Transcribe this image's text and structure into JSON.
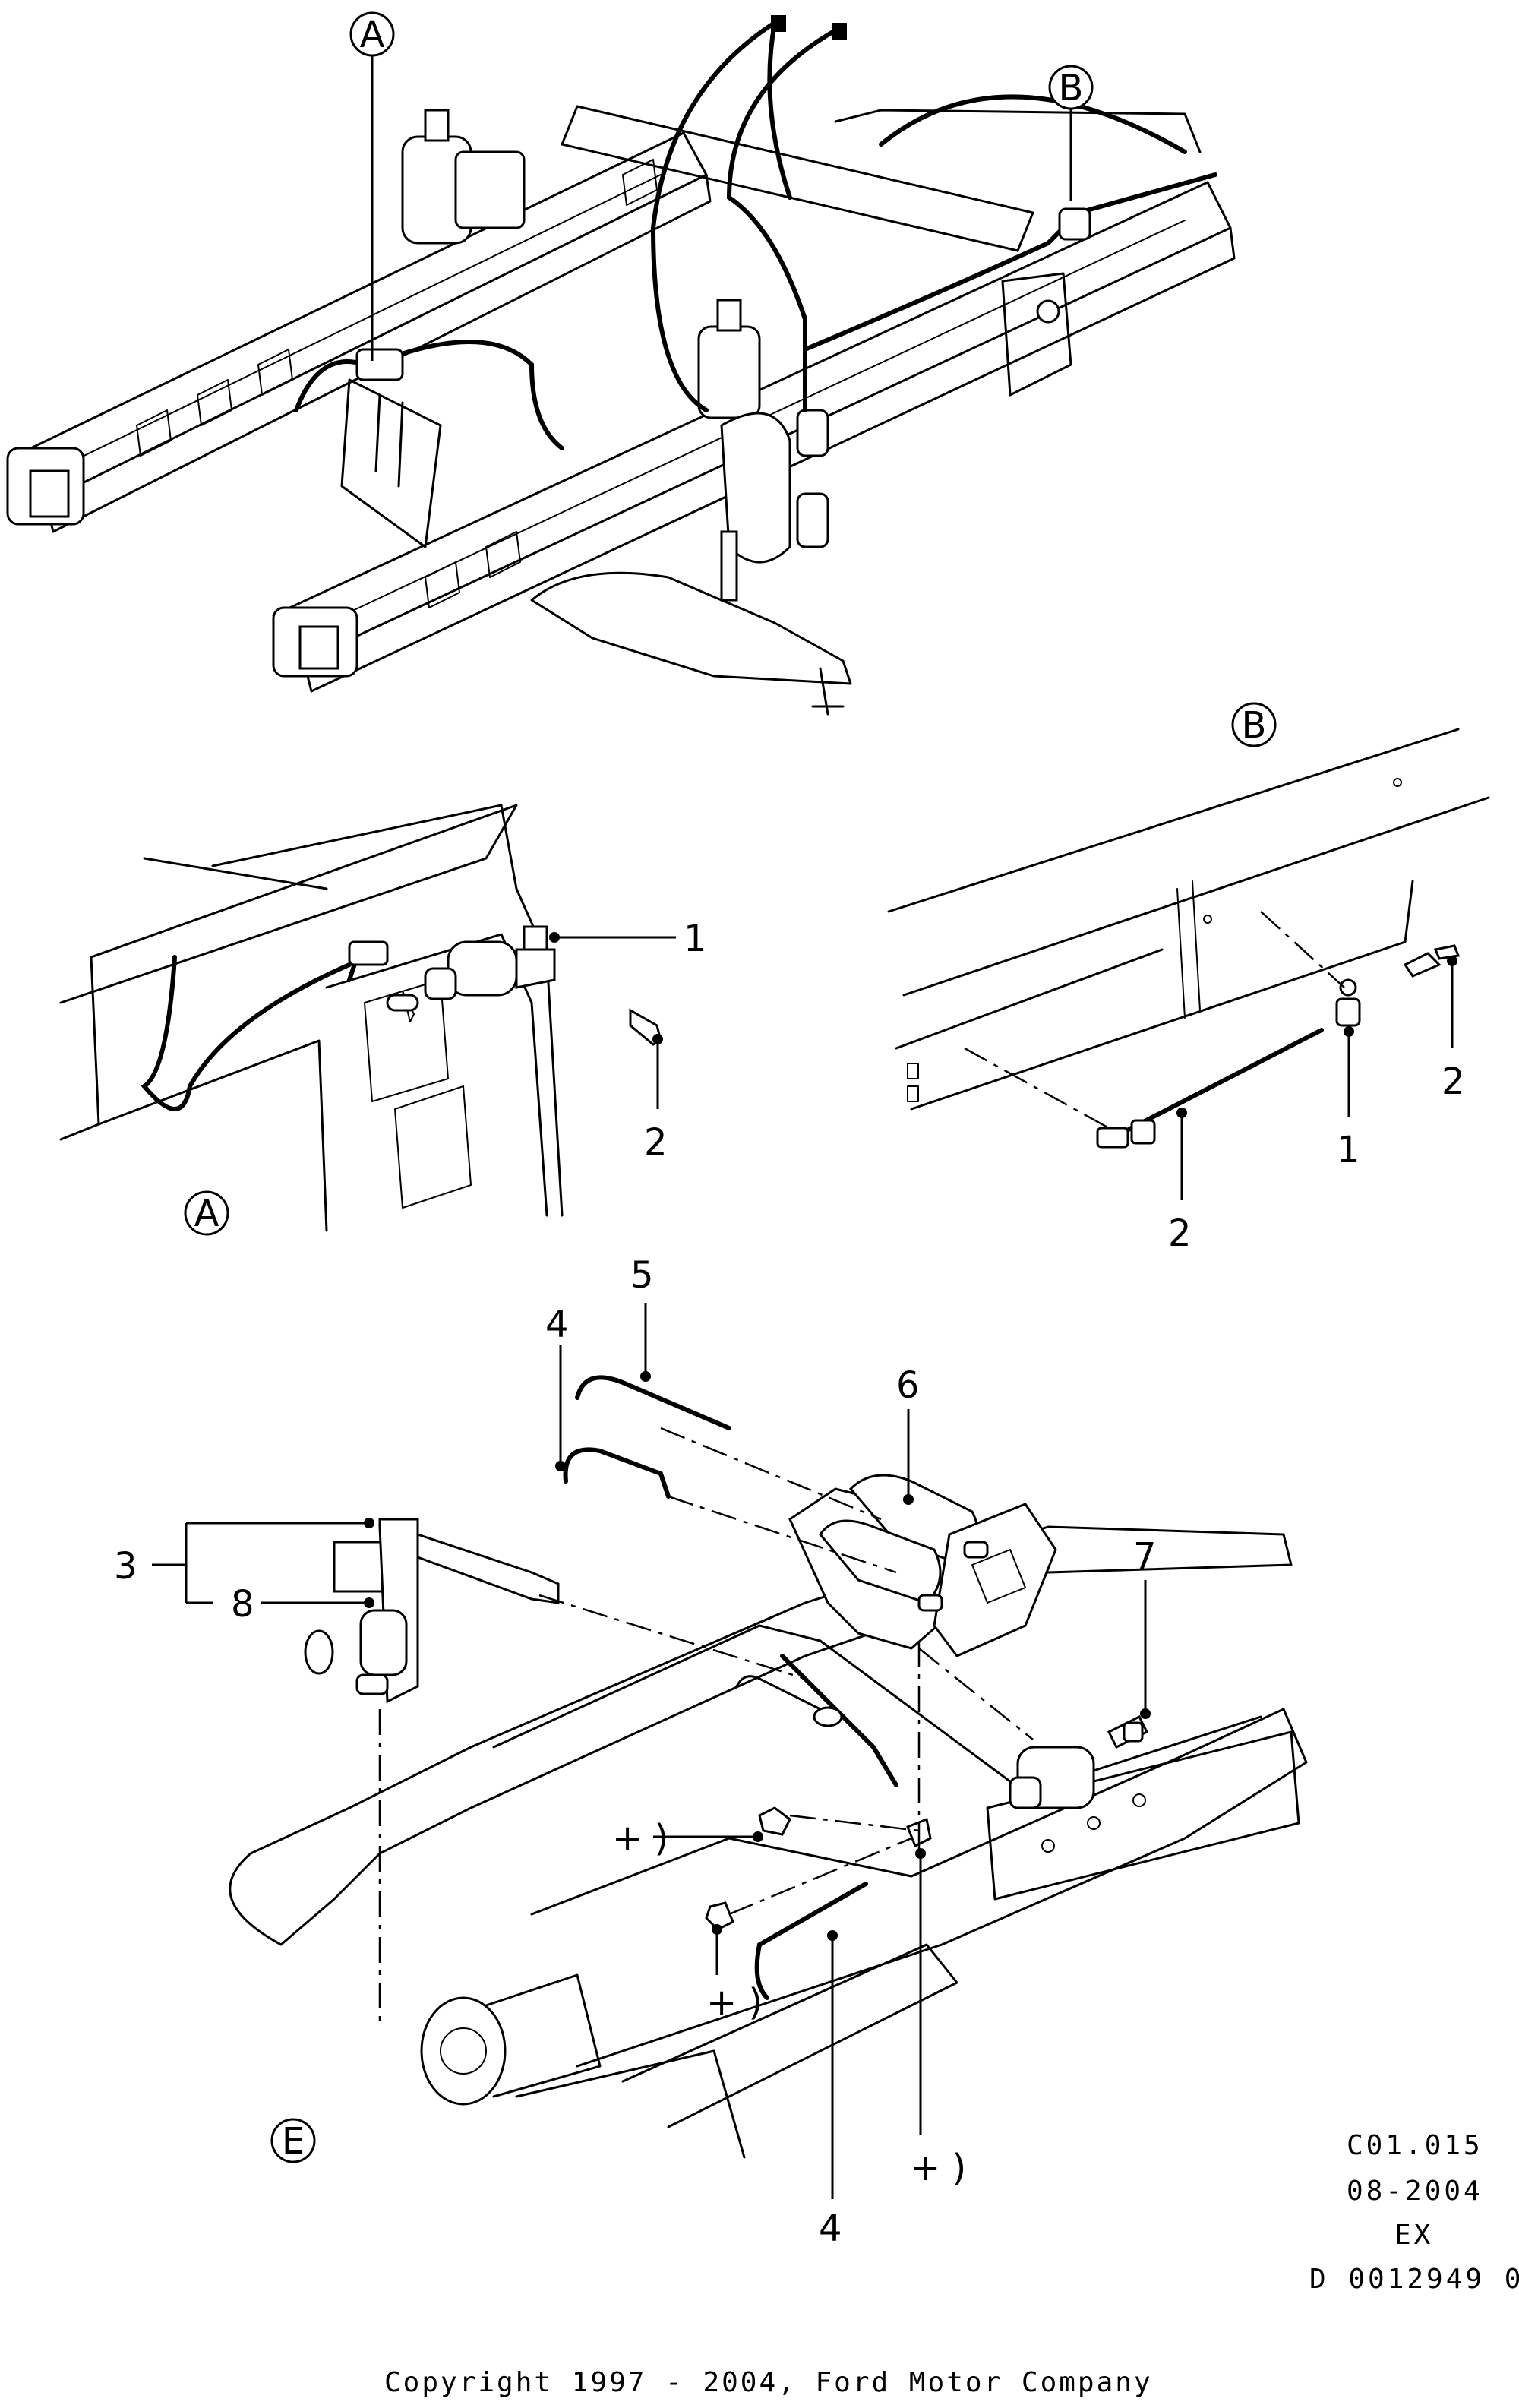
{
  "views": {
    "a": "A",
    "b": "B",
    "e": "E"
  },
  "callouts": {
    "c1": "1",
    "c2": "2",
    "c3": "3",
    "c4": "4",
    "c5": "5",
    "c6": "6",
    "c7": "7",
    "c8": "8",
    "plus": "+ )"
  },
  "doc": {
    "code": "C01.015",
    "date": "08-2004",
    "market": "EX",
    "ref": "D 0012949 0"
  },
  "copyright": "Copyright 1997 - 2004, Ford Motor Company"
}
